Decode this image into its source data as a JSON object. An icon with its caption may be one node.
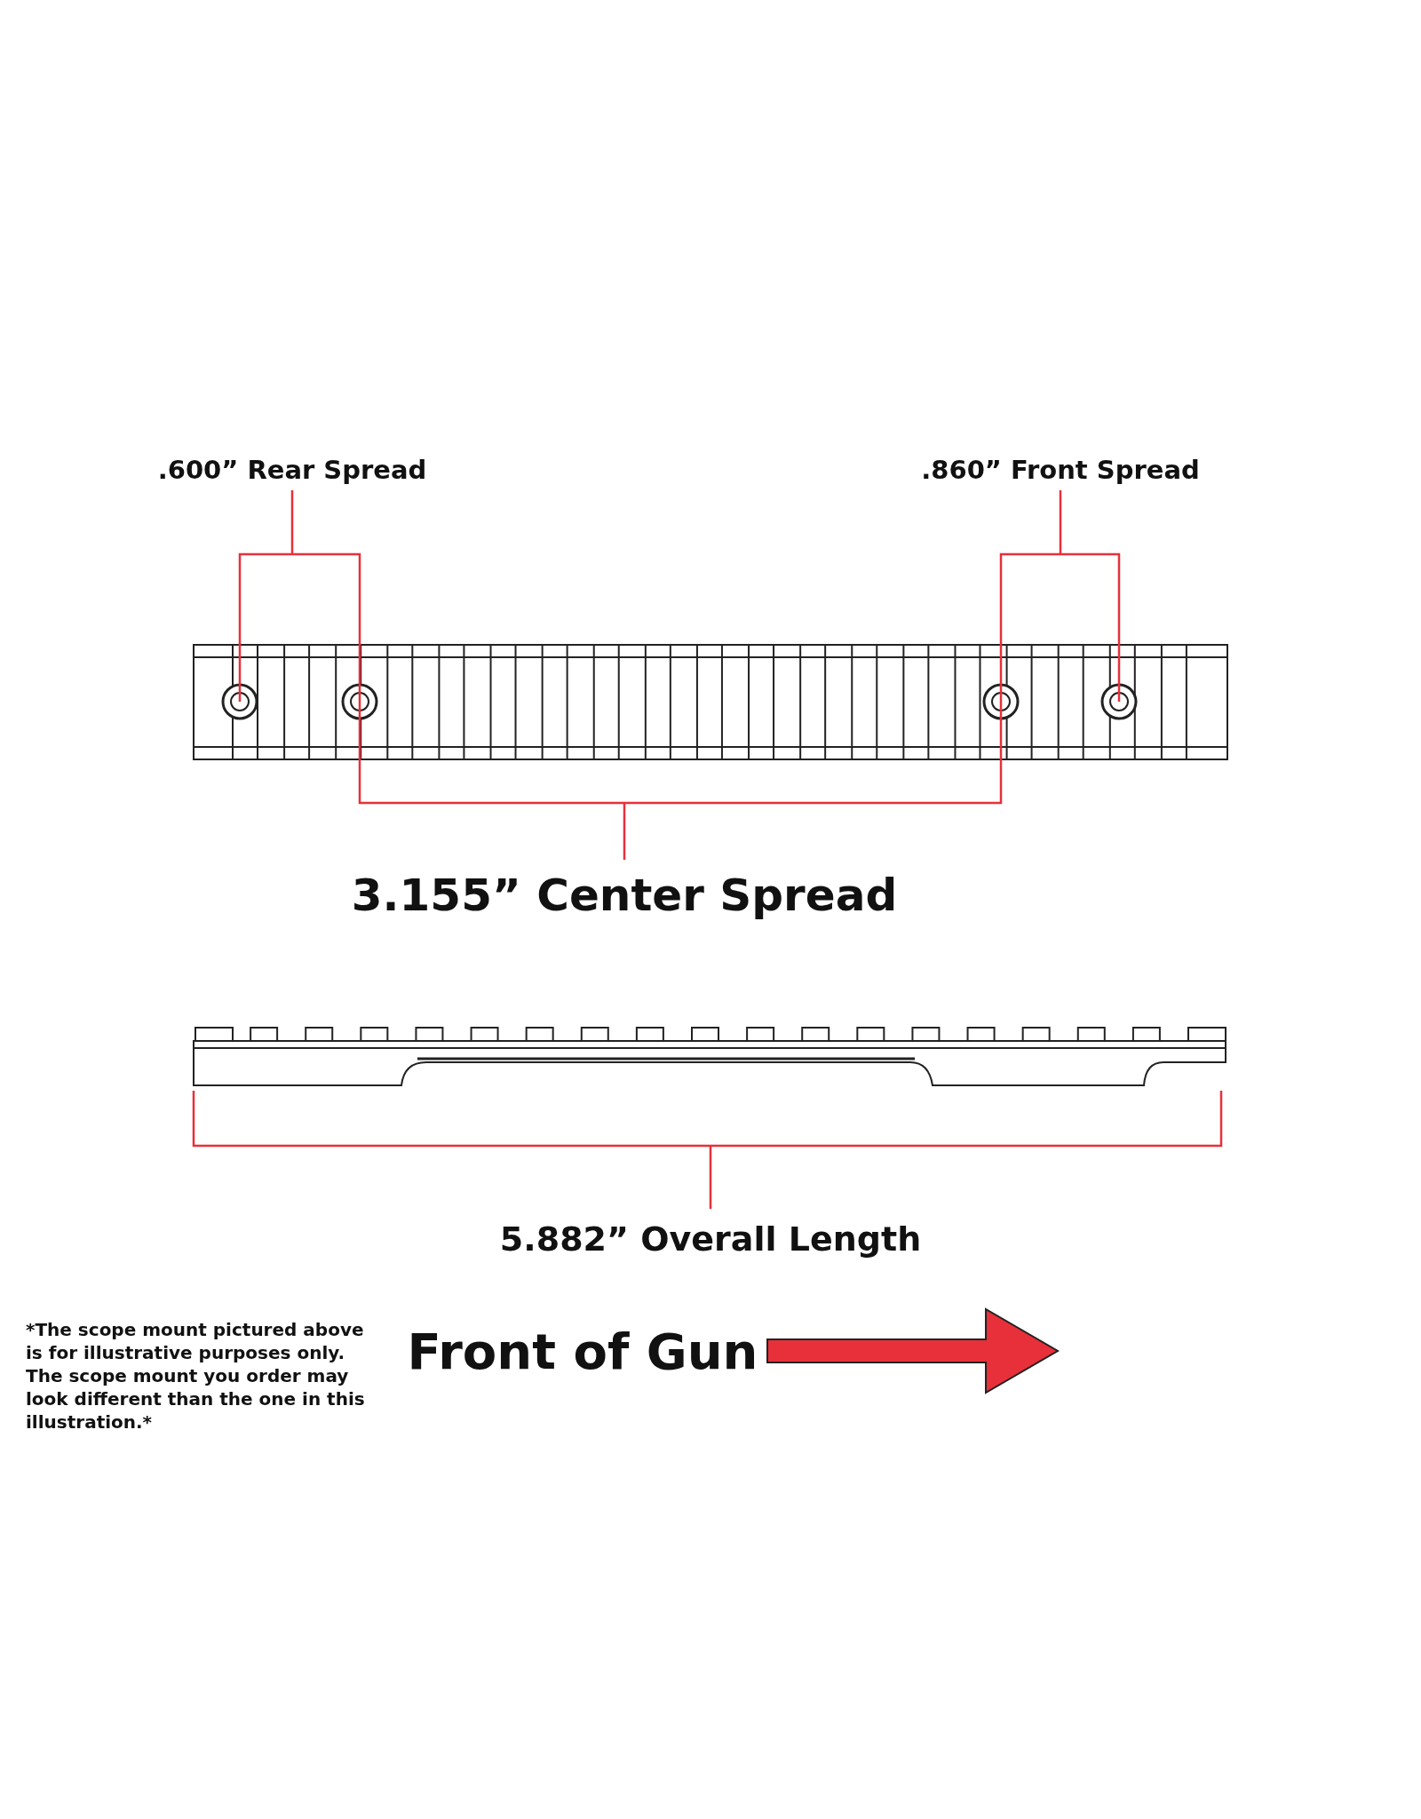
{
  "diagram": {
    "labels": [
      ".600” Rear Spread",
      ".860” Front Spread",
      "3.155” Center Spread",
      "5.882” Overall Length",
      "*The scope mount pictured above is for illustrative purposes only. The scope mount you order may look different than the one in this illustration.*",
      "Front of Gun"
    ]
  }
}
